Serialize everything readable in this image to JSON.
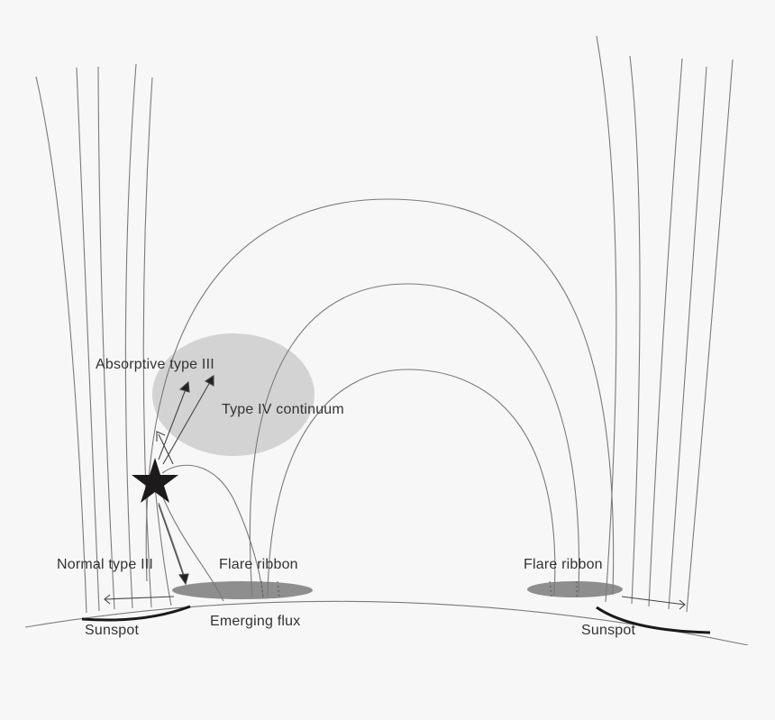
{
  "diagram": {
    "type": "solar flare magnetic field schematic",
    "colors": {
      "background": "#f7f7f7",
      "field_line": "#7a7a7a",
      "type_iv_region": "#d3d3d3",
      "flare_ribbon": "#8e8e8e",
      "sunspot": "#1a1a1a",
      "star": "#1c1a1a",
      "text": "#333333"
    },
    "labels": {
      "absorptive_type_iii": "Absorptive type III",
      "type_iv_continuum": "Type IV continuum",
      "normal_type_iii": "Normal type III",
      "flare_ribbon_left": "Flare ribbon",
      "flare_ribbon_right": "Flare ribbon",
      "emerging_flux": "Emerging flux",
      "sunspot_left": "Sunspot",
      "sunspot_right": "Sunspot"
    },
    "icons": {
      "reconnection_site": "star-icon"
    }
  }
}
